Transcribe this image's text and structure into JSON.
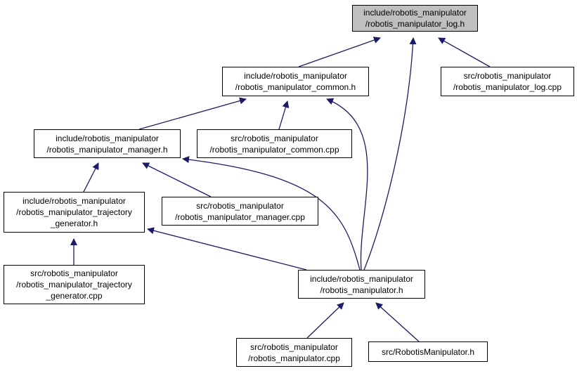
{
  "diagram": {
    "nodes": {
      "log_h": {
        "lines": [
          "include/robotis_manipulator",
          "/robotis_manipulator_log.h"
        ],
        "highlighted": true
      },
      "common_h": {
        "lines": [
          "include/robotis_manipulator",
          "/robotis_manipulator_common.h"
        ]
      },
      "log_cpp": {
        "lines": [
          "src/robotis_manipulator",
          "/robotis_manipulator_log.cpp"
        ]
      },
      "manager_h": {
        "lines": [
          "include/robotis_manipulator",
          "/robotis_manipulator_manager.h"
        ]
      },
      "common_cpp": {
        "lines": [
          "src/robotis_manipulator",
          "/robotis_manipulator_common.cpp"
        ]
      },
      "traj_h": {
        "lines": [
          "include/robotis_manipulator",
          "/robotis_manipulator_trajectory",
          "_generator.h"
        ]
      },
      "manager_cpp": {
        "lines": [
          "src/robotis_manipulator",
          "/robotis_manipulator_manager.cpp"
        ]
      },
      "traj_cpp": {
        "lines": [
          "src/robotis_manipulator",
          "/robotis_manipulator_trajectory",
          "_generator.cpp"
        ]
      },
      "manip_h": {
        "lines": [
          "include/robotis_manipulator",
          "/robotis_manipulator.h"
        ]
      },
      "manip_cpp": {
        "lines": [
          "src/robotis_manipulator",
          "/robotis_manipulator.cpp"
        ]
      },
      "robotis_h": {
        "lines": [
          "src/RobotisManipulator.h"
        ]
      }
    },
    "edges": [
      {
        "from": "common_h",
        "to": "log_h"
      },
      {
        "from": "manip_h",
        "to": "log_h"
      },
      {
        "from": "log_cpp",
        "to": "log_h"
      },
      {
        "from": "manager_h",
        "to": "common_h"
      },
      {
        "from": "common_cpp",
        "to": "common_h"
      },
      {
        "from": "manip_h",
        "to": "common_h"
      },
      {
        "from": "traj_h",
        "to": "manager_h"
      },
      {
        "from": "manager_cpp",
        "to": "manager_h"
      },
      {
        "from": "manip_h",
        "to": "manager_h"
      },
      {
        "from": "traj_cpp",
        "to": "traj_h"
      },
      {
        "from": "manip_h",
        "to": "traj_h"
      },
      {
        "from": "manip_cpp",
        "to": "manip_h"
      },
      {
        "from": "robotis_h",
        "to": "manip_h"
      }
    ],
    "colors": {
      "edge": "#191970",
      "node_border": "#000000",
      "highlight_fill": "#bfbfbf"
    }
  }
}
